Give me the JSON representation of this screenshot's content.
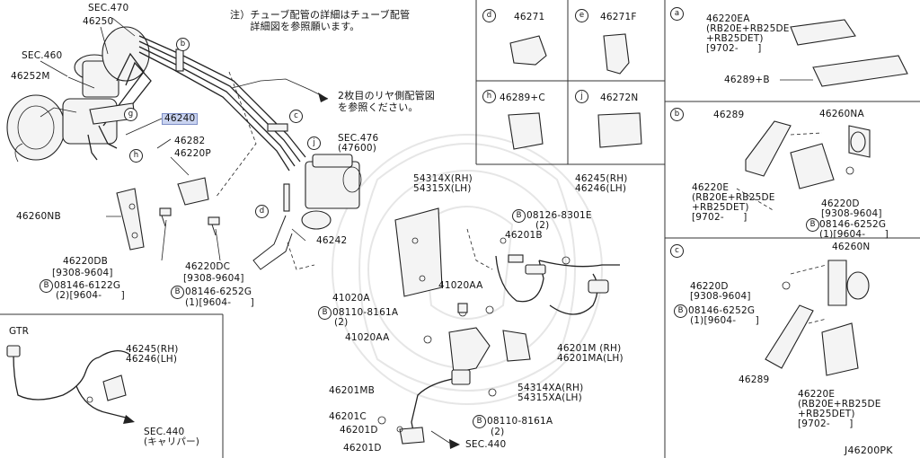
{
  "note_jp": {
    "tube_detail": "注）チューブ配管の詳細はチューブ配管\n　　詳細図を参照願います。",
    "rear_tube": "2枚目のリヤ側配管図\nを参照ください。"
  },
  "labels": {
    "sec470": "SEC.470",
    "p46250": "46250",
    "sec460": "SEC.460",
    "p46252m": "46252M",
    "p46240": "46240",
    "p46282": "46282",
    "p46220p": "46220P",
    "sec476": "SEC.476\n(47600)",
    "p46260nb": "46260NB",
    "p46220db": "46220DB",
    "db_date": "[9308-9604]",
    "db_bolt": "08146-6122G",
    "db_bolt_qty": "(2)[9604-　　]",
    "p46220dc": "46220DC",
    "dc_date": "[9308-9604]",
    "dc_bolt": "08146-6252G",
    "dc_bolt_qty": "(1)[9604-　　]",
    "p46242": "46242",
    "p54314x": "54314X(RH)\n54315X(LH)",
    "p46245_top": "46245(RH)\n46246(LH)",
    "p08126": "08126-8301E",
    "p08126_qty": "(2)",
    "p46201b": "46201B",
    "p41020a": "41020A",
    "p41020aa_1": "41020AA",
    "p08110_1": "08110-8161A",
    "p08110_1_qty": "(2)",
    "p41020aa_2": "41020AA",
    "p46201m": "46201M (RH)\n46201MA(LH)",
    "p54314xa": "54314XA(RH)\n54315XA(LH)",
    "p46201mb": "46201MB",
    "p46201c": "46201C",
    "p46201d_1": "46201D",
    "p46201d_2": "46201D",
    "p08110_2": "08110-8161A",
    "p08110_2_qty": "(2)",
    "sec440_main": "SEC.440",
    "gtr_title": "GTR",
    "gtr_46245": "46245(RH)\n46246(LH)",
    "gtr_sec440": "SEC.440\n(キャリパー)",
    "box_d_part": "46271",
    "box_e_part": "46271F",
    "box_h_part": "46289+C",
    "box_j_part": "46272N",
    "ra_46220ea": "46220EA\n(RB20E+RB25DE\n+RB25DET)\n[9702-　　]",
    "ra_46289b": "46289+B",
    "rb_46289": "46289",
    "rb_46260na": "46260NA",
    "rb_46220e": "46220E\n(RB20E+RB25DE\n+RB25DET)\n[9702-　　]",
    "rb_46220d": "46220D\n[9308-9604]",
    "rb_bolt": "08146-6252G",
    "rb_bolt_qty": "(1)[9604-　　]",
    "rc_46260n": "46260N",
    "rc_46220d": "46220D\n[9308-9604]",
    "rc_bolt": "08146-6252G",
    "rc_bolt_qty": "(1)[9604-　　]",
    "rc_46289": "46289",
    "rc_46220e": "46220E\n(RB20E+RB25DE\n+RB25DET)\n[9702-　　]",
    "diagram_code": "J46200PK"
  },
  "callouts": {
    "a": "a",
    "b": "b",
    "c": "c",
    "d": "d",
    "e": "e",
    "g": "g",
    "h": "h",
    "j": "j",
    "bolt": "B"
  },
  "highlight_color": "#c9d3f0"
}
